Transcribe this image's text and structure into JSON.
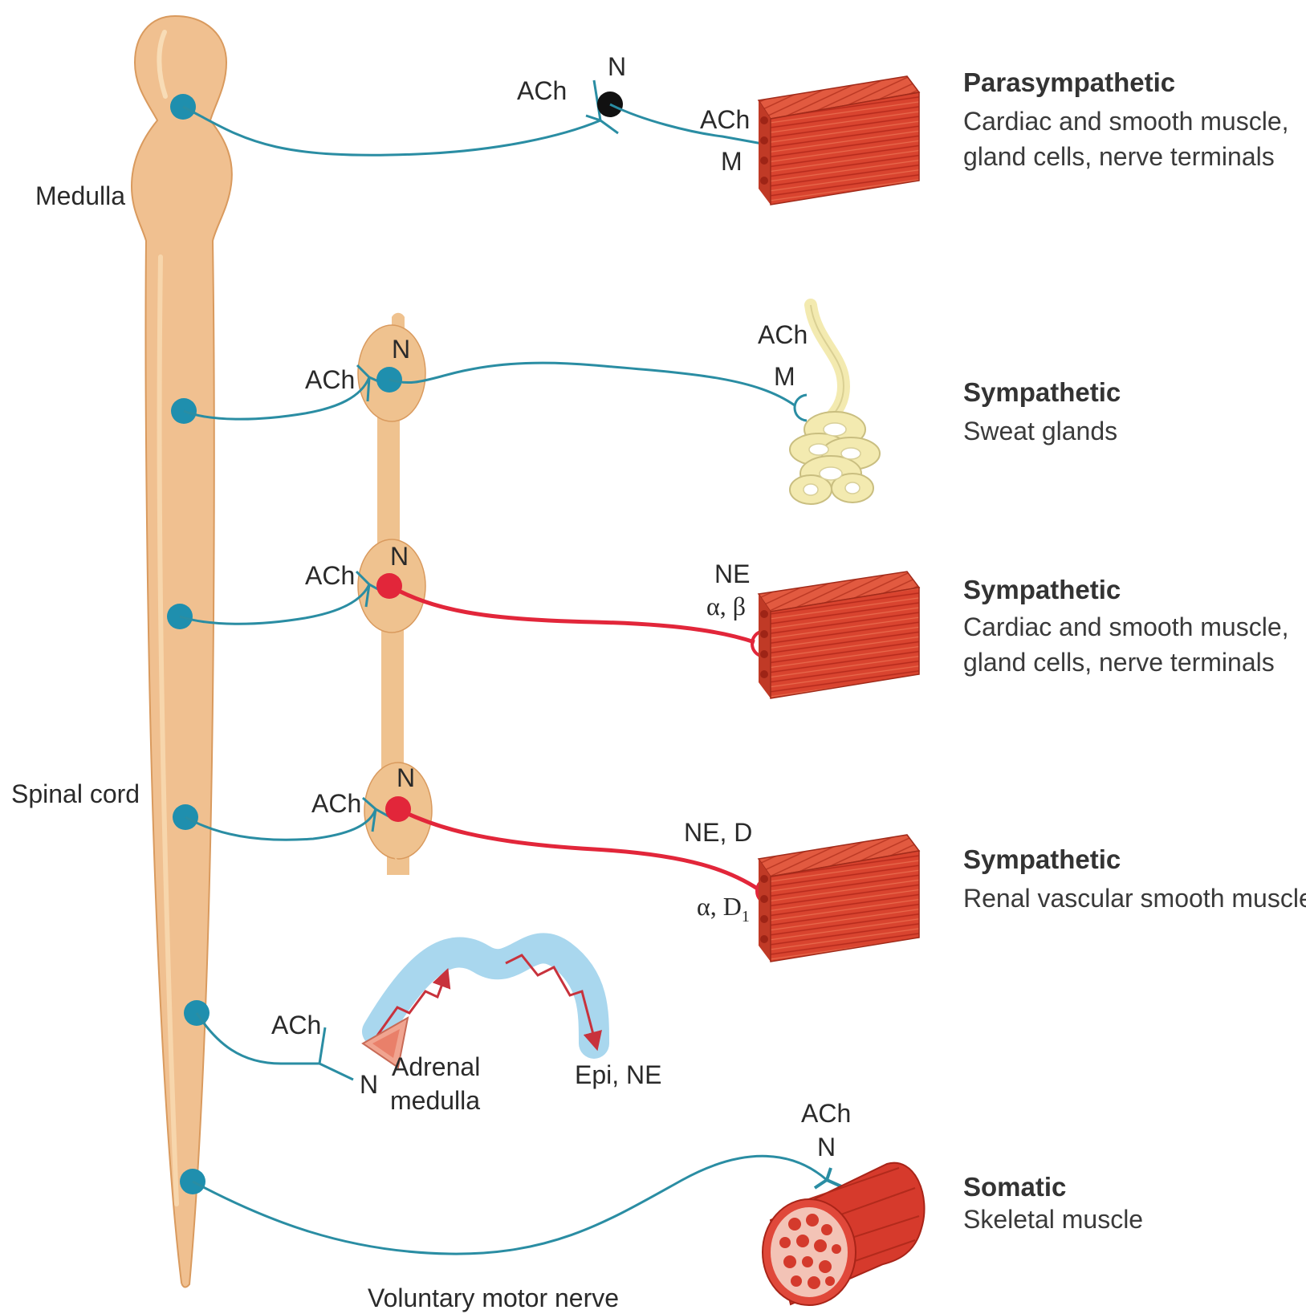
{
  "colors": {
    "cord": "#f0c090",
    "fiber_blue": "#2a8da3",
    "fiber_red": "#e2263a",
    "cell_body_blue": "#1f8fae",
    "muscle": "#d9442f",
    "gland": "#f3eab0",
    "blood_vessel": "#a9d7ee"
  },
  "cns": {
    "medulla": "Medulla",
    "spinal_cord": "Spinal cord"
  },
  "pathways": [
    {
      "title": "Parasympathetic",
      "desc_line1": "Cardiac and smooth muscle,",
      "desc_line2": "gland cells, nerve terminals",
      "pre_transmitter": "ACh",
      "ganglion_receptor": "N",
      "post_transmitter": "ACh",
      "target_receptor": "M"
    },
    {
      "title": "Sympathetic",
      "desc_line1": "Sweat glands",
      "pre_transmitter": "ACh",
      "ganglion_receptor": "N",
      "post_transmitter": "ACh",
      "target_receptor": "M"
    },
    {
      "title": "Sympathetic",
      "desc_line1": "Cardiac and smooth muscle,",
      "desc_line2": "gland cells, nerve terminals",
      "pre_transmitter": "ACh",
      "ganglion_receptor": "N",
      "post_transmitter": "NE",
      "target_receptor": "α, β"
    },
    {
      "title": "Sympathetic",
      "desc_line1": "Renal vascular smooth muscle",
      "pre_transmitter": "ACh",
      "ganglion_receptor": "N",
      "post_transmitter": "NE, D",
      "target_receptor": "α, D",
      "target_receptor_sub": "1"
    },
    {
      "pre_transmitter": "ACh",
      "receptor": "N",
      "organ_line1": "Adrenal",
      "organ_line2": "medulla",
      "release": "Epi, NE"
    },
    {
      "title": "Somatic",
      "desc_line1": "Skeletal muscle",
      "transmitter": "ACh",
      "receptor": "N",
      "nerve_label": "Voluntary motor nerve"
    }
  ]
}
